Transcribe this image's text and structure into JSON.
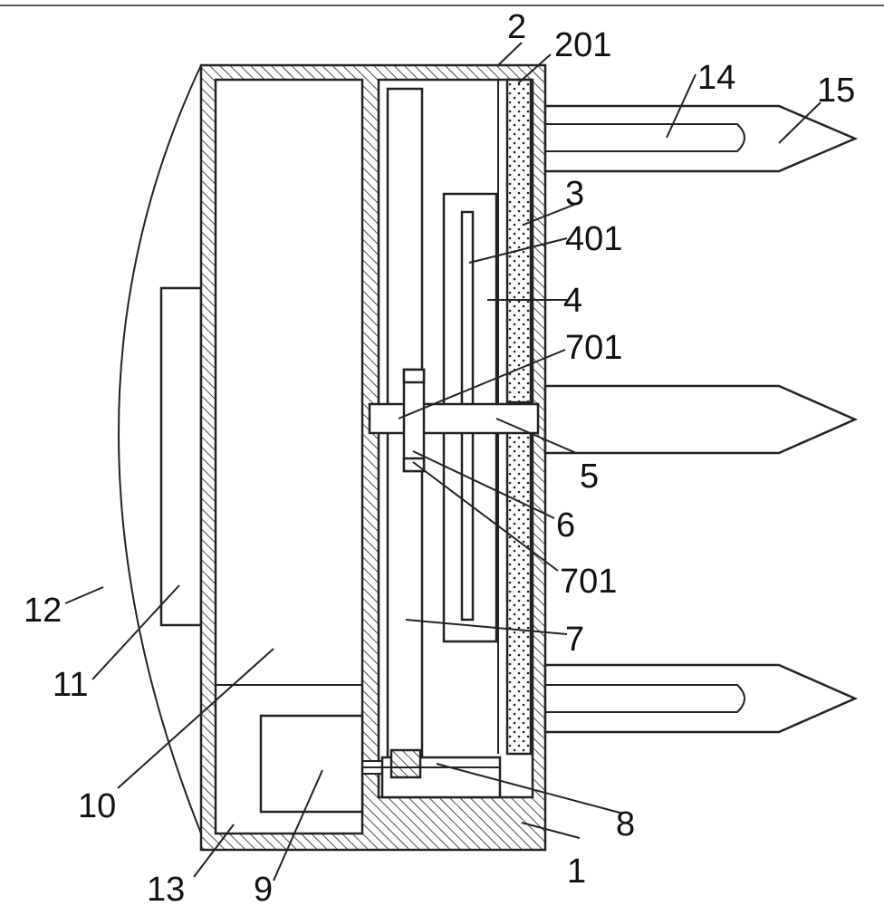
{
  "colors": {
    "line": "#222222",
    "background": "#ffffff"
  },
  "labels": {
    "l1": "1",
    "l2": "2",
    "l201": "201",
    "l3": "3",
    "l4": "4",
    "l401": "401",
    "l5": "5",
    "l6": "6",
    "l7": "7",
    "l701a": "701",
    "l701b": "701",
    "l8": "8",
    "l9": "9",
    "l10": "10",
    "l11": "11",
    "l12": "12",
    "l13": "13",
    "l14": "14",
    "l15": "15"
  }
}
